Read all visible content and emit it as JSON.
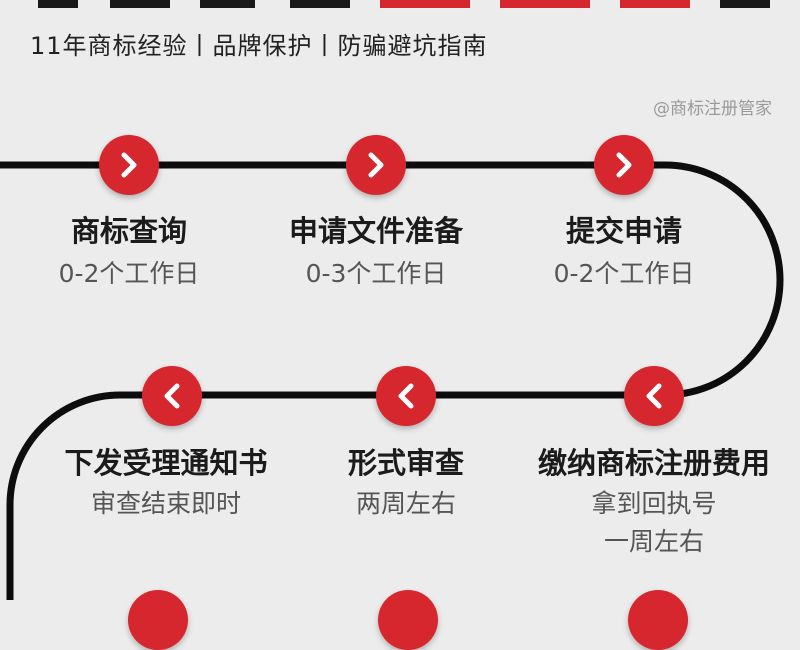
{
  "header": {
    "subtitle": "11年商标经验丨品牌保护丨防骗避坑指南",
    "watermark": "@商标注册管家"
  },
  "colors": {
    "accent": "#d6262e",
    "line": "#0d0d0d",
    "background": "#ececec"
  },
  "steps": [
    {
      "title": "商标查询",
      "desc": "0-2个工作日",
      "icon": "chevron-right-icon"
    },
    {
      "title": "申请文件准备",
      "desc": "0-3个工作日",
      "icon": "chevron-right-icon"
    },
    {
      "title": "提交申请",
      "desc": "0-2个工作日",
      "icon": "chevron-right-icon"
    },
    {
      "title": "缴纳商标注册费用",
      "desc": "拿到回执号",
      "desc2": "一周左右",
      "icon": "chevron-left-icon"
    },
    {
      "title": "形式审查",
      "desc": "两周左右",
      "icon": "chevron-left-icon"
    },
    {
      "title": "下发受理通知书",
      "desc": "审查结束即时",
      "icon": "chevron-left-icon"
    }
  ]
}
